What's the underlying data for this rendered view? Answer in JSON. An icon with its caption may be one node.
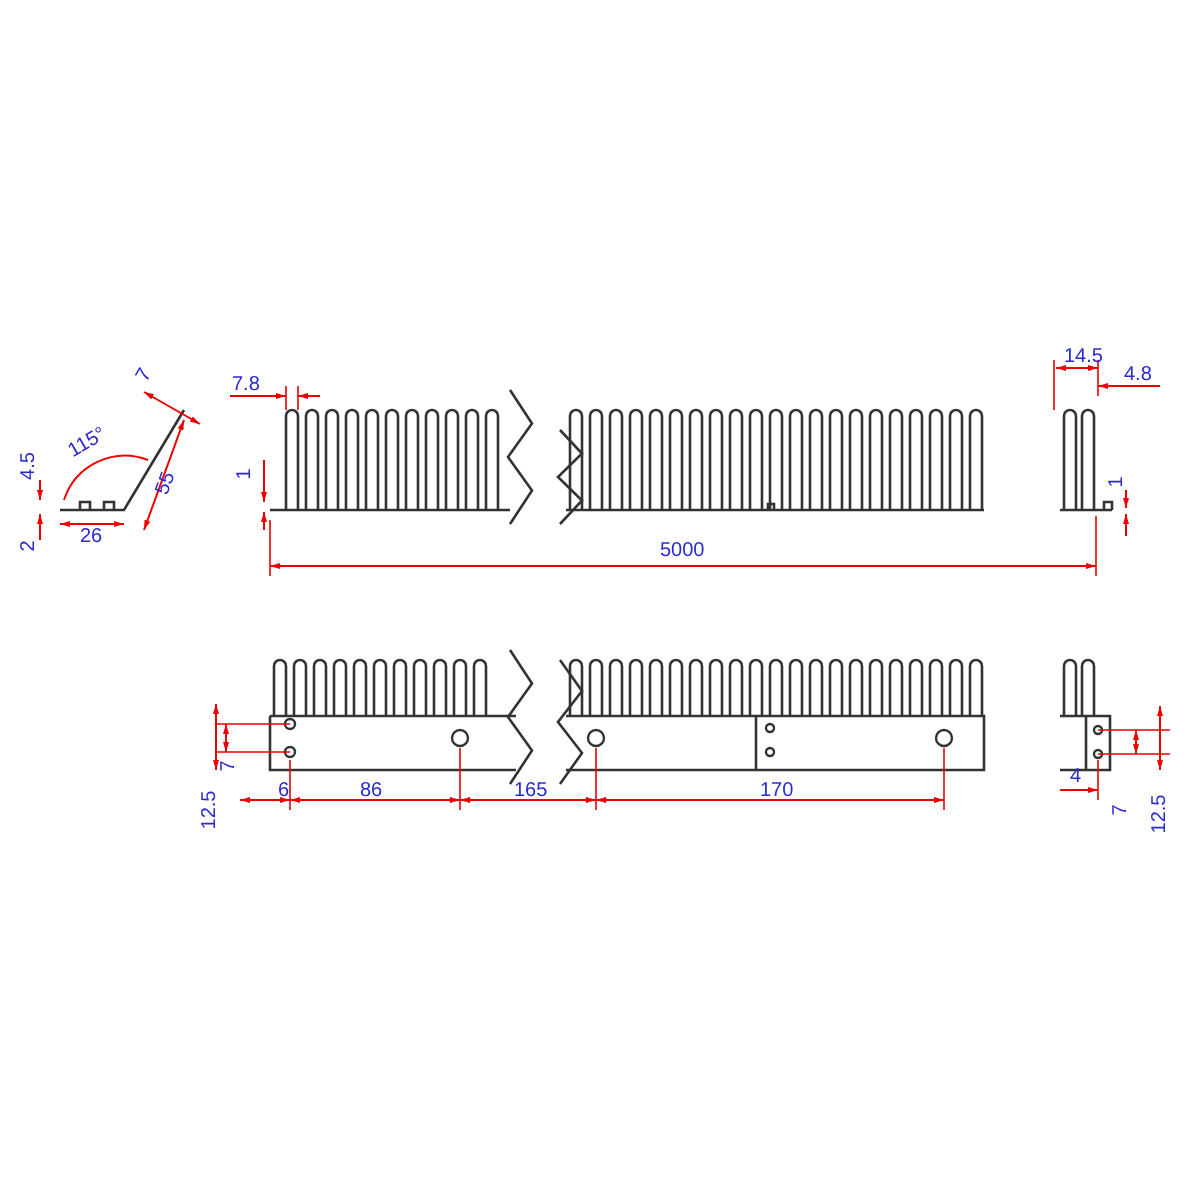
{
  "diagram": {
    "labels": [
      "14.5",
      "7",
      "4.8",
      "7.8",
      "115°",
      "4.5",
      "55",
      "1",
      "1",
      "26",
      "2",
      "5000",
      "7",
      "12.5",
      "6",
      "86",
      "165",
      "170",
      "4",
      "7",
      "12.5"
    ]
  }
}
